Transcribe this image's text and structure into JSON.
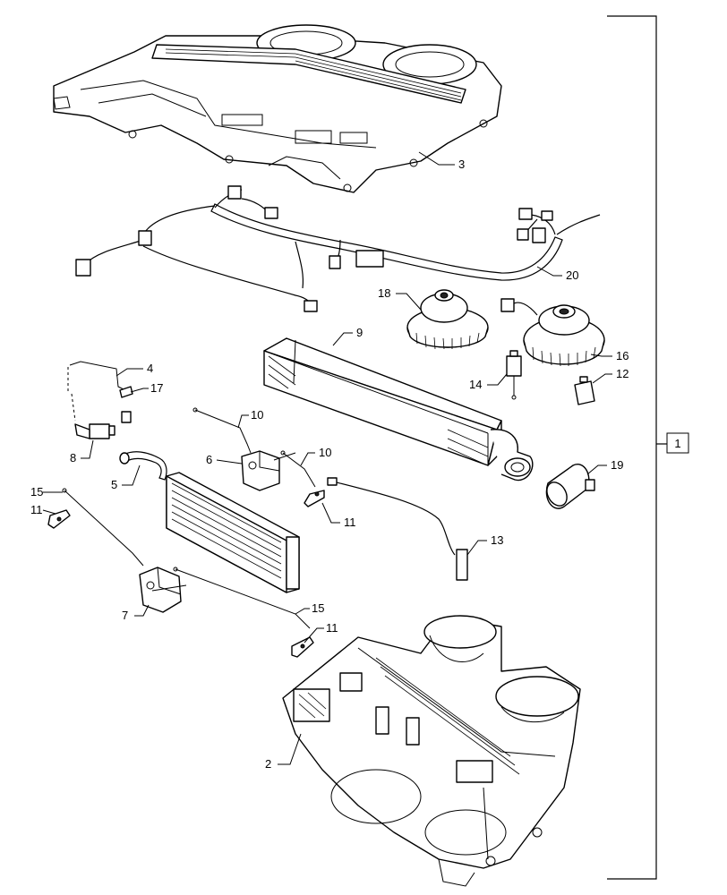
{
  "diagram": {
    "assembly_label": "1",
    "callouts": {
      "c2": "2",
      "c3": "3",
      "c4": "4",
      "c5": "5",
      "c6": "6",
      "c7": "7",
      "c8": "8",
      "c9": "9",
      "c10a": "10",
      "c10b": "10",
      "c11a": "11",
      "c11b": "11",
      "c11c": "11",
      "c12": "12",
      "c13": "13",
      "c14": "14",
      "c15a": "15",
      "c15b": "15",
      "c16": "16",
      "c17": "17",
      "c18": "18",
      "c19": "19",
      "c20": "20"
    }
  }
}
